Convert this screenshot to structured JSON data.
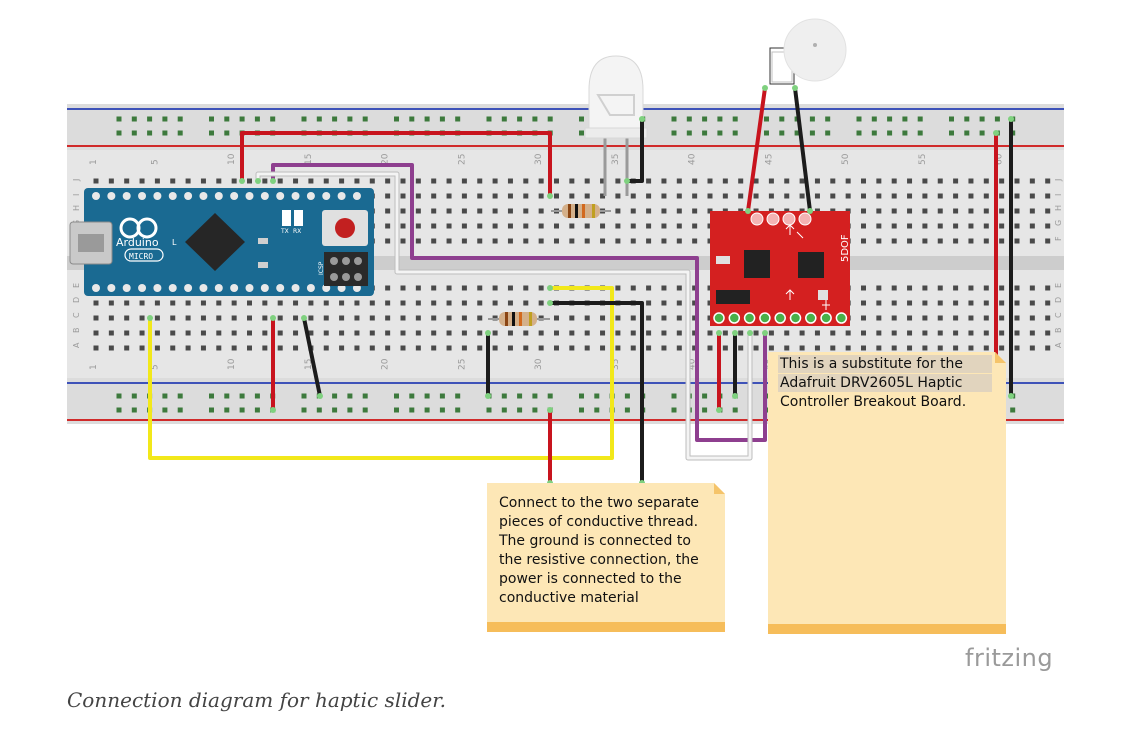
{
  "board": {
    "column_numbers": [
      "1",
      "5",
      "10",
      "15",
      "20",
      "25",
      "30",
      "35",
      "40",
      "45",
      "50",
      "55",
      "60"
    ],
    "row_letters_top": [
      "J",
      "I",
      "H",
      "G",
      "F"
    ],
    "row_letters_bottom": [
      "E",
      "D",
      "C",
      "B",
      "A"
    ]
  },
  "arduino": {
    "brand": "Arduino",
    "model": "MICRO",
    "mark_l": "L",
    "tx_label": "TX",
    "rx_label": "RX",
    "icsp_label": "ICSP"
  },
  "sensor_board": {
    "label": "5DOF"
  },
  "notes": {
    "thread": "Connect to the two separate\npieces of conductive thread.\nThe ground is connected to\nthe resistive connection, the\npower is connected to the\nconductive material",
    "substitute": "This is a substitute for the\nAdafruit DRV2605L Haptic\nController Breakout Board."
  },
  "logo": "fritzing",
  "caption": "Connection diagram for haptic slider.",
  "colors": {
    "wire_red": "#c8141e",
    "wire_black": "#1c1c1c",
    "wire_purple": "#8e3f8f",
    "wire_white": "#e8e8e8",
    "wire_yellow": "#f2e81a",
    "arduino_blue": "#1a6a92",
    "sensor_red": "#d42020",
    "note_fill": "#fde7b6"
  }
}
